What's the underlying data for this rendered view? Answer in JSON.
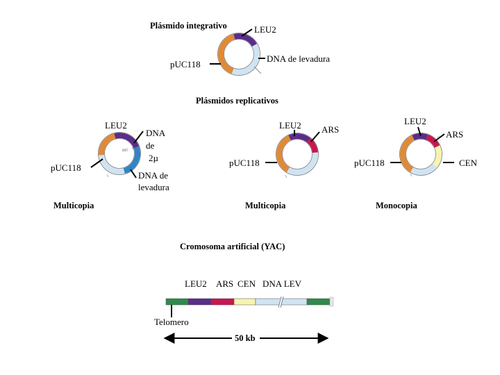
{
  "colors": {
    "leu2": "#5b2d8a",
    "puc118": "#e08a35",
    "yeast_dna": "#cfe4f3",
    "ars": "#c8174f",
    "cen": "#f7f3b0",
    "two_micron": "#2f86c6",
    "telomere": "#2f8a4c",
    "ring_outline": "#777777"
  },
  "integrative": {
    "title": "Plásmido integrativo",
    "leu2": "LEU2",
    "yeast_dna": "DNA de levadura",
    "puc118": "pUC118"
  },
  "replicative_title": "Plásmidos replicativos",
  "p2micron": {
    "leu2": "LEU2",
    "dna2_line1": "DNA",
    "dna2_line2": "de",
    "dna2_line3": "2µ",
    "ori": "ori",
    "puc118": "pUC118",
    "yeast_line1": "DNA de",
    "yeast_line2": "levadura",
    "caption": "Multicopia"
  },
  "pars": {
    "leu2": "LEU2",
    "ars": "ARS",
    "puc118": "pUC118",
    "caption": "Multicopia"
  },
  "pcen": {
    "leu2": "LEU2",
    "ars": "ARS",
    "cen": "CEN",
    "puc118": "pUC118",
    "caption": "Monocopia"
  },
  "yac": {
    "title": "Cromosoma artificial (YAC)",
    "leu2": "LEU2",
    "ars": "ARS",
    "cen": "CEN",
    "dna_lev": "DNA LEV",
    "telomere": "Telomero",
    "length": "50 kb"
  }
}
